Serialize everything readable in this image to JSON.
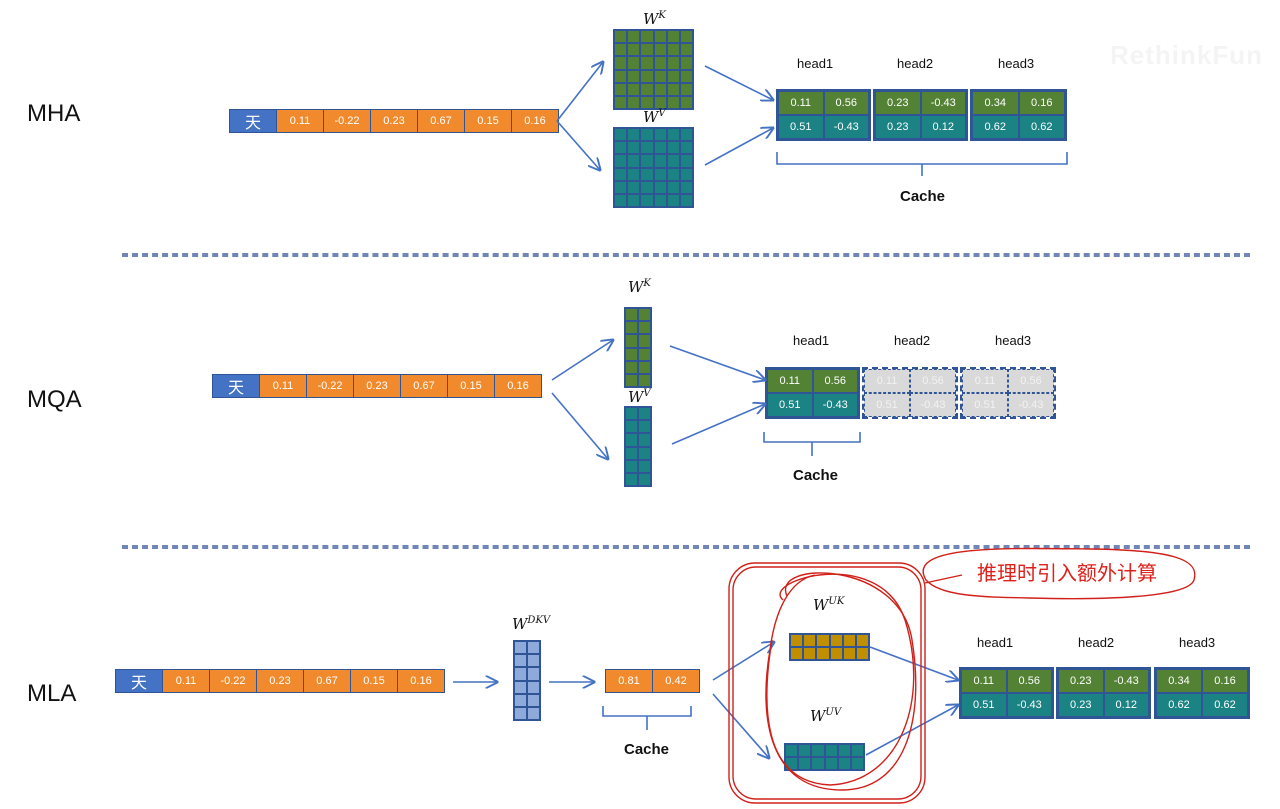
{
  "watermark": "RethinkFun",
  "token": {
    "char": "天",
    "embedding": [
      "0.11",
      "-0.22",
      "0.23",
      "0.67",
      "0.15",
      "0.16"
    ]
  },
  "labels": {
    "wk": "W",
    "wk_sup": "K",
    "wv": "W",
    "wv_sup": "V",
    "wdkv": "W",
    "wdkv_sup": "DKV",
    "wuk": "W",
    "wuk_sup": "UK",
    "wuv": "W",
    "wuv_sup": "UV",
    "cache": "Cache"
  },
  "heads": [
    {
      "name": "head1",
      "k": [
        "0.11",
        "0.56"
      ],
      "v": [
        "0.51",
        "-0.43"
      ]
    },
    {
      "name": "head2",
      "k": [
        "0.23",
        "-0.43"
      ],
      "v": [
        "0.23",
        "0.12"
      ]
    },
    {
      "name": "head3",
      "k": [
        "0.34",
        "0.16"
      ],
      "v": [
        "0.62",
        "0.62"
      ]
    }
  ],
  "mqa_heads": [
    {
      "name": "head1",
      "k": [
        "0.11",
        "0.56"
      ],
      "v": [
        "0.51",
        "-0.43"
      ],
      "shared": false
    },
    {
      "name": "head2",
      "k": [
        "0.11",
        "0.56"
      ],
      "v": [
        "0.51",
        "-0.43"
      ],
      "shared": true
    },
    {
      "name": "head3",
      "k": [
        "0.11",
        "0.56"
      ],
      "v": [
        "0.51",
        "-0.43"
      ],
      "shared": true
    }
  ],
  "sections": {
    "mha": "MHA",
    "mqa": "MQA",
    "mla": "MLA"
  },
  "mla": {
    "latent": [
      "0.81",
      "0.42"
    ],
    "annotation": "推理时引入额外计算"
  },
  "colors": {
    "token_blue": "#4472c4",
    "embedding_orange": "#f08a2c",
    "key_green": "#548235",
    "value_teal": "#1b8383",
    "down_proj_blue": "#8eaadb",
    "up_k_gold": "#bf8f00",
    "annotation_red": "#e0201a",
    "arrow_blue": "#4472c4"
  }
}
